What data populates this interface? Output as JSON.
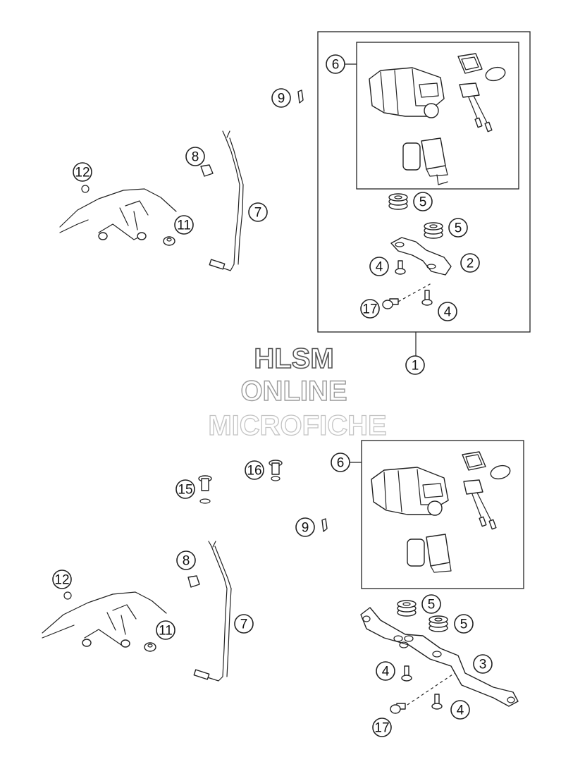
{
  "watermark": {
    "line1": "HLSM",
    "line2": "ONLINE",
    "line3": "MICROFICHE",
    "colors": {
      "line1": "#555555",
      "line2": "#9a9a9a",
      "line3": "#c4c4c4"
    }
  },
  "callouts": {
    "c1": "1",
    "c2": "2",
    "c3": "3",
    "c4a": "4",
    "c4b": "4",
    "c4c": "4",
    "c4d": "4",
    "c5a": "5",
    "c5b": "5",
    "c5c": "5",
    "c5d": "5",
    "c6a": "6",
    "c6b": "6",
    "c7a": "7",
    "c7b": "7",
    "c8a": "8",
    "c8b": "8",
    "c9a": "9",
    "c9b": "9",
    "c11a": "11",
    "c11b": "11",
    "c12a": "12",
    "c12b": "12",
    "c15": "15",
    "c16": "16",
    "c17a": "17",
    "c17b": "17"
  }
}
